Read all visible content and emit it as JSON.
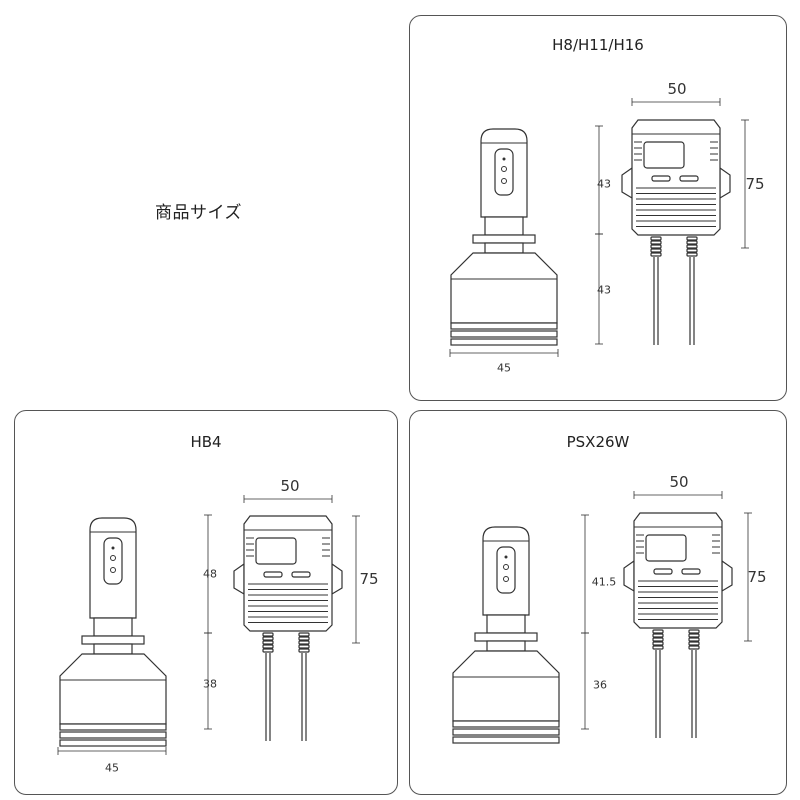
{
  "heading": "商品サイズ",
  "colors": {
    "line": "#333333",
    "fill": "#ffffff",
    "frame": "#555555"
  },
  "panels": [
    {
      "id": "h8",
      "title": "H8/H11/H16",
      "dims": {
        "unit_width": "50",
        "unit_height": "75",
        "bulb_top": "43",
        "bulb_bottom": "43",
        "base_width": "45"
      }
    },
    {
      "id": "hb4",
      "title": "HB4",
      "dims": {
        "unit_width": "50",
        "unit_height": "75",
        "bulb_top": "48",
        "bulb_bottom": "38",
        "base_width": "45"
      }
    },
    {
      "id": "psx",
      "title": "PSX26W",
      "dims": {
        "unit_width": "50",
        "unit_height": "75",
        "bulb_top": "41.5",
        "bulb_bottom": "36",
        "base_width": ""
      }
    }
  ]
}
